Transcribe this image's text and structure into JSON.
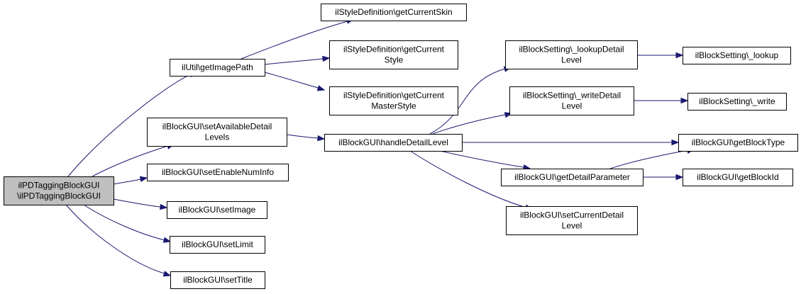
{
  "colors": {
    "edge": "#191970",
    "node_fill": "#ffffff",
    "root_fill": "#bfbfbf",
    "border": "#000000"
  },
  "nodes": {
    "root": {
      "lines": [
        "ilPDTaggingBlockGUI",
        "\\ilPDTaggingBlockGUI"
      ]
    },
    "getImagePath": {
      "lines": [
        "ilUtil\\getImagePath"
      ]
    },
    "getCurSkin": {
      "lines": [
        "ilStyleDefinition\\getCurrentSkin"
      ]
    },
    "getCurStyle": {
      "lines": [
        "ilStyleDefinition\\getCurrent",
        "Style"
      ]
    },
    "getCurMaster": {
      "lines": [
        "ilStyleDefinition\\getCurrent",
        "MasterStyle"
      ]
    },
    "setAvail": {
      "lines": [
        "ilBlockGUI\\setAvailableDetail",
        "Levels"
      ]
    },
    "setEnableNum": {
      "lines": [
        "ilBlockGUI\\setEnableNumInfo"
      ]
    },
    "setImage": {
      "lines": [
        "ilBlockGUI\\setImage"
      ]
    },
    "setLimit": {
      "lines": [
        "ilBlockGUI\\setLimit"
      ]
    },
    "setTitle": {
      "lines": [
        "ilBlockGUI\\setTitle"
      ]
    },
    "handleDetail": {
      "lines": [
        "ilBlockGUI\\handleDetailLevel"
      ]
    },
    "lookupDetail": {
      "lines": [
        "ilBlockSetting\\_lookupDetail",
        "Level"
      ]
    },
    "writeDetail": {
      "lines": [
        "ilBlockSetting\\_writeDetail",
        "Level"
      ]
    },
    "getDetailParam": {
      "lines": [
        "ilBlockGUI\\getDetailParameter"
      ]
    },
    "setCurDetail": {
      "lines": [
        "ilBlockGUI\\setCurrentDetail",
        "Level"
      ]
    },
    "lookup": {
      "lines": [
        "ilBlockSetting\\_lookup"
      ]
    },
    "write": {
      "lines": [
        "ilBlockSetting\\_write"
      ]
    },
    "getBlockType": {
      "lines": [
        "ilBlockGUI\\getBlockType"
      ]
    },
    "getBlockId": {
      "lines": [
        "ilBlockGUI\\getBlockId"
      ]
    }
  }
}
